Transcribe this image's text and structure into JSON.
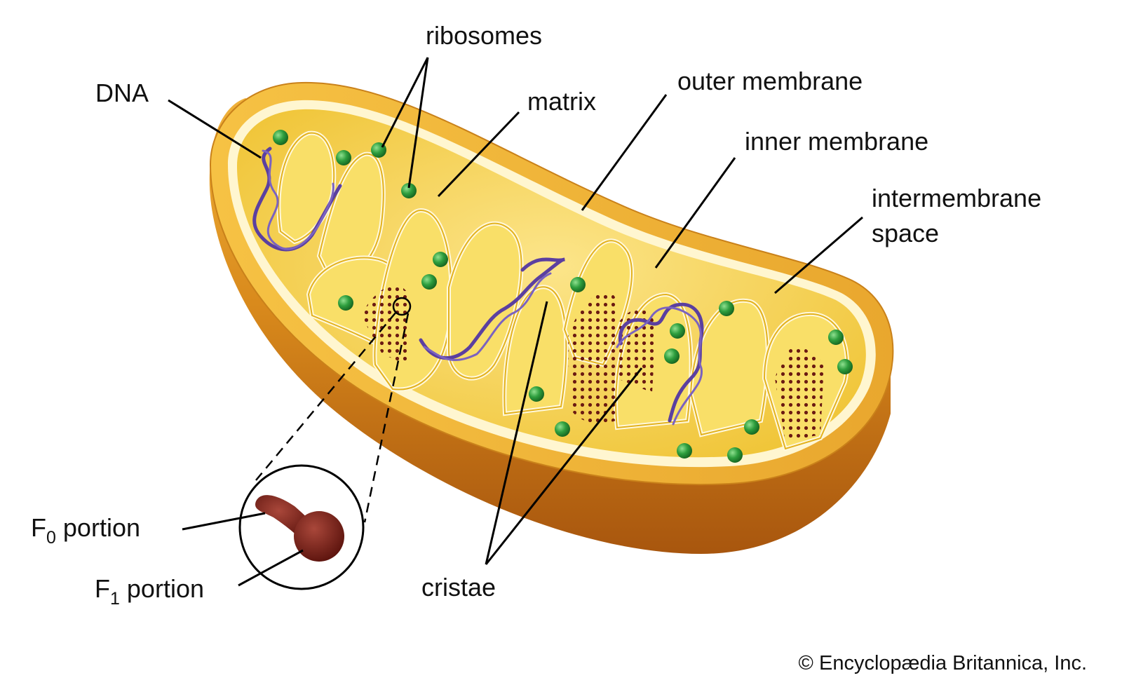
{
  "labels": {
    "ribosomes": "ribosomes",
    "dna": "DNA",
    "matrix": "matrix",
    "outer_membrane": "outer membrane",
    "inner_membrane": "inner membrane",
    "intermembrane_line1": "intermembrane",
    "intermembrane_line2": "space",
    "f0_letter": "F",
    "f0_sub": "0",
    "f0_word": " portion",
    "f1_letter": "F",
    "f1_sub": "1",
    "f1_word": " portion",
    "cristae": "cristae"
  },
  "copyright": "© Encyclopædia Britannica, Inc.",
  "colors": {
    "outer_shell": "#D9891A",
    "intermembrane": "#F2C62E",
    "inner_membrane_edge": "#FFF6D0",
    "matrix": "#F7D64A",
    "ribosome": "#2E9E3E",
    "dna": "#5B3FA0",
    "atp_synthase": "#6B1A12"
  },
  "icons": {
    "ribosome": "green-sphere",
    "dna": "purple-coil",
    "atp_synthase": "lollipop-particle"
  }
}
